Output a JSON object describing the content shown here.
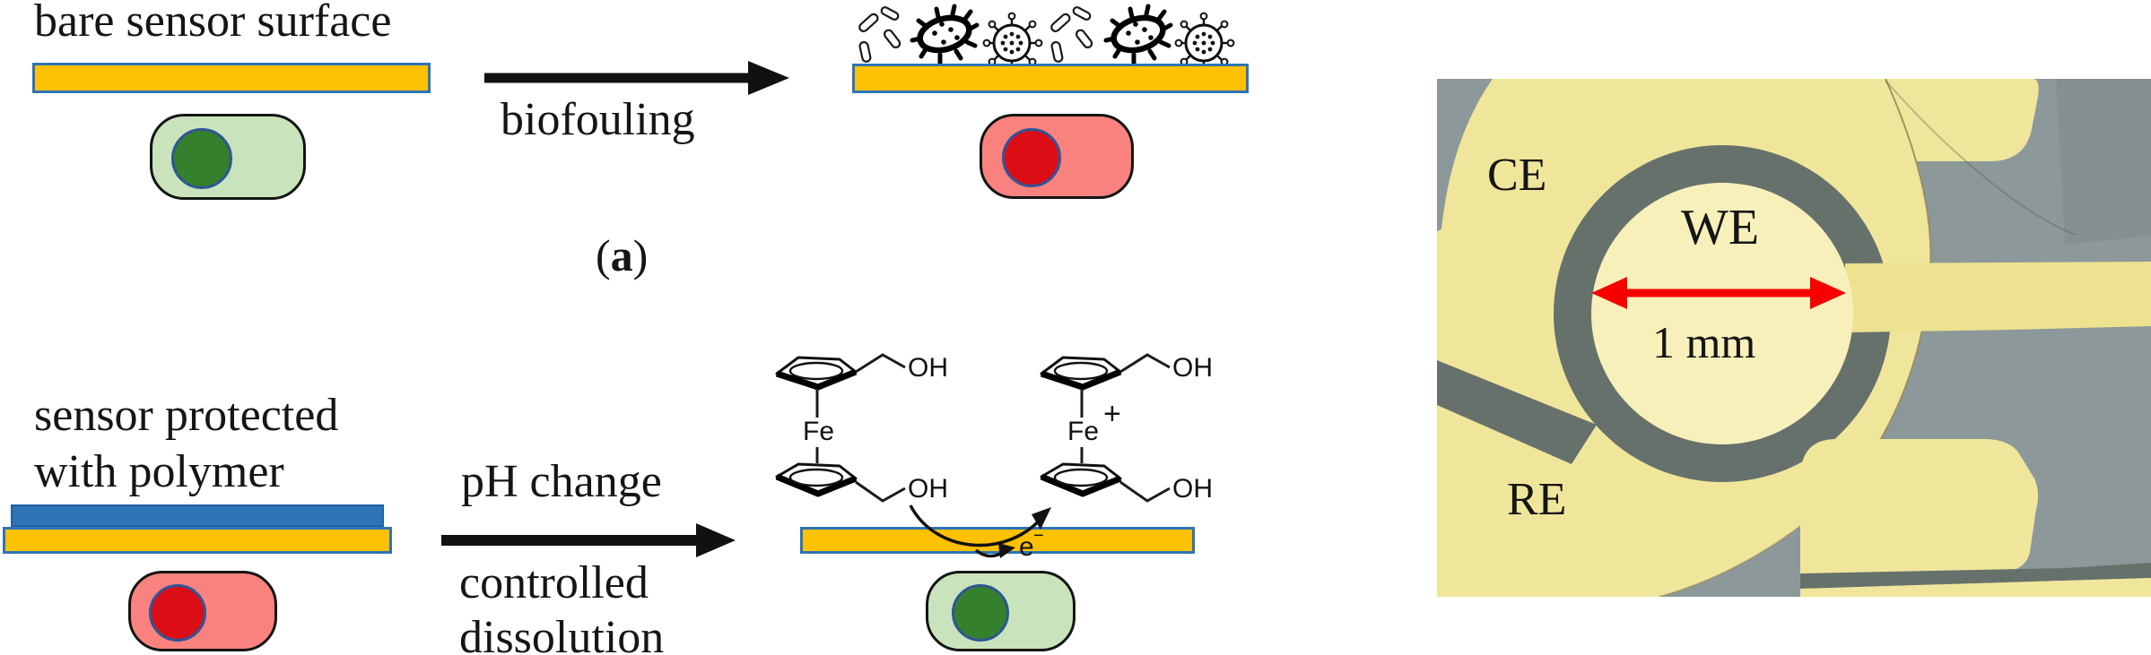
{
  "panel_a": {
    "title": "bare sensor surface",
    "process_label": "biofouling",
    "tag_open": "(",
    "tag_letter": "a",
    "tag_close": ")"
  },
  "panel_b": {
    "title_line1": "sensor protected",
    "title_line2": "with polymer",
    "process_label_top": "pH change",
    "process_label_bottom_line1": "controlled",
    "process_label_bottom_line2": "dissolution"
  },
  "chemistry": {
    "iron": "Fe",
    "iron_charge": "+",
    "hydroxyl": "OH",
    "electron": "e",
    "electron_charge": "−"
  },
  "photo": {
    "counter_electrode": "CE",
    "working_electrode": "WE",
    "reference_electrode": "RE",
    "scale_bar": "1 mm"
  },
  "colors": {
    "ink": "#151515",
    "sensor_gold": "#FFC103",
    "sensor_border": "#2E74B5",
    "polymer_blue": "#2E74B5",
    "cell_green": "#C9E4BC",
    "nucleus_green": "#35802C",
    "cell_red": "#F9827E",
    "nucleus_red": "#DB0E16",
    "nucleus_ring": "#2F5597",
    "scale_red": "#F60000",
    "photo_bg": "#8D989A",
    "photo_gold": "#F0E69B",
    "photo_gold_deep": "#ECE28F",
    "photo_gold_light": "#F7F0BA",
    "photo_dark": "#67716C",
    "photo_line": "#99895C"
  }
}
